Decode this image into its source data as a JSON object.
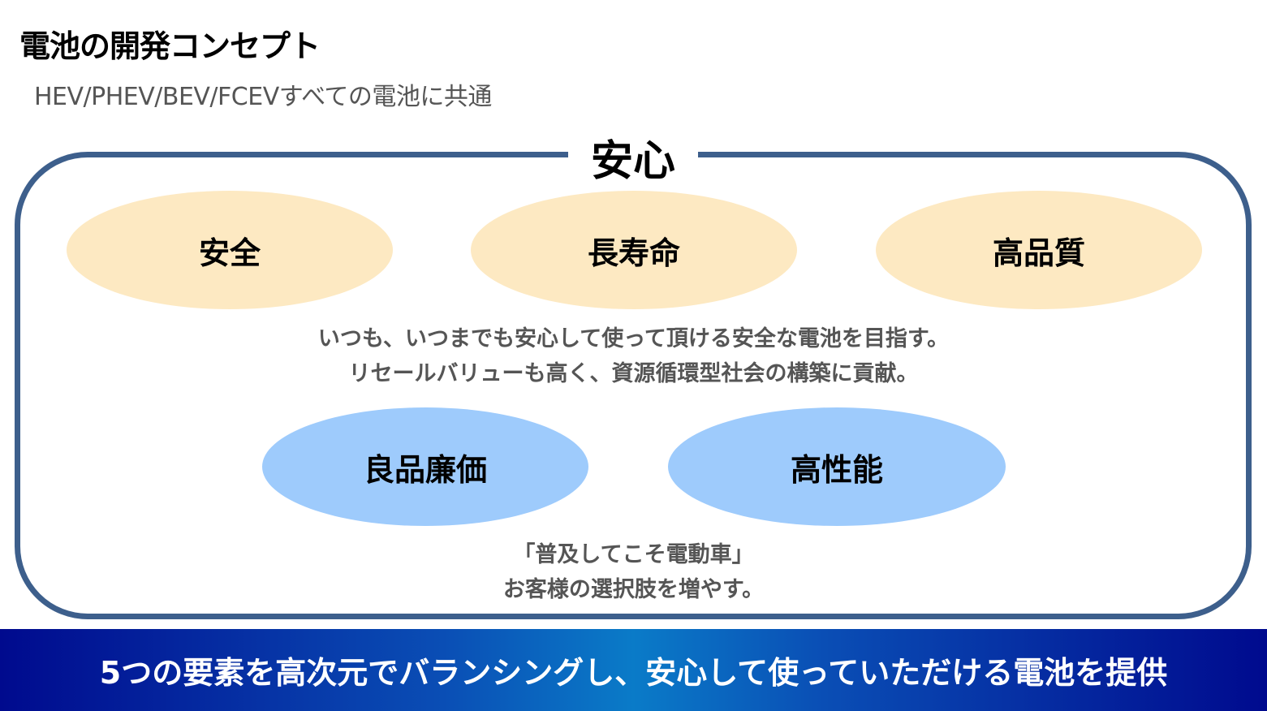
{
  "title": "電池の開発コンセプト",
  "subtitle": "HEV/PHEV/BEV/FCEVすべての電池に共通",
  "frame_title": "安心",
  "top_elements": [
    "安全",
    "長寿命",
    "高品質"
  ],
  "top_description": [
    "いつも、いつまでも安心して使って頂ける安全な電池を目指す。",
    "リセールバリューも高く、資源循環型社会の構築に貢献。"
  ],
  "bottom_elements": [
    "良品廉価",
    "高性能"
  ],
  "bottom_description": [
    "「普及してこそ電動車」",
    "お客様の選択肢を増やす。"
  ],
  "banner": "5つの要素を高次元でバランシングし、安心して使っていただける電池を提供",
  "colors": {
    "frame": "#3d5f8c",
    "yellow": "#fde9c2",
    "blue": "#9ecbfc",
    "banner": "#000a8e"
  }
}
